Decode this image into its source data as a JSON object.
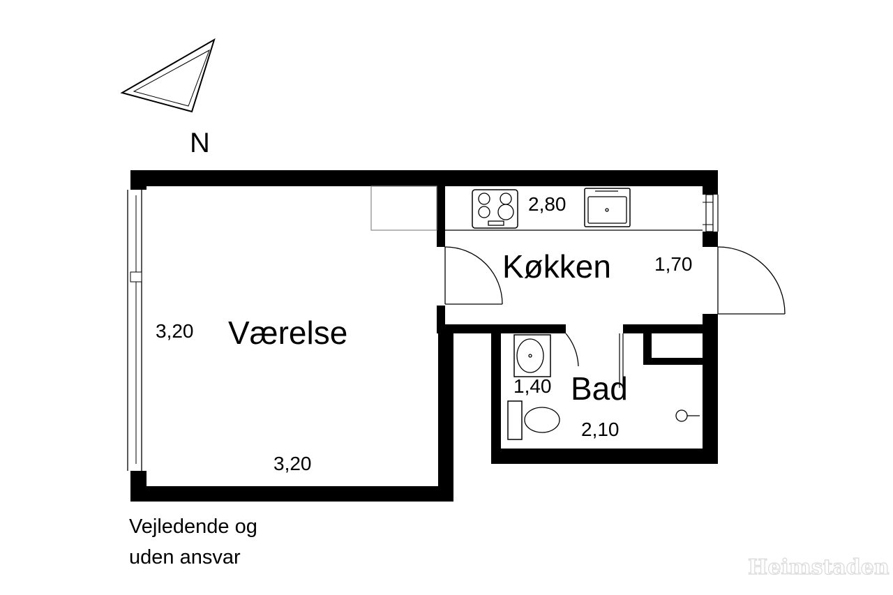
{
  "compass": {
    "label": "N"
  },
  "rooms": {
    "vaerelse": {
      "name": "Værelse",
      "dim_side": "3,20",
      "dim_bottom": "3,20"
    },
    "kokken": {
      "name": "Køkken",
      "dim_counter": "2,80",
      "dim_side": "1,70"
    },
    "bad": {
      "name": "Bad",
      "dim_side": "1,40",
      "dim_bottom": "2,10"
    }
  },
  "disclaimer": {
    "line1": "Vejledende og",
    "line2": "uden ansvar"
  },
  "watermark": "Heimstaden"
}
